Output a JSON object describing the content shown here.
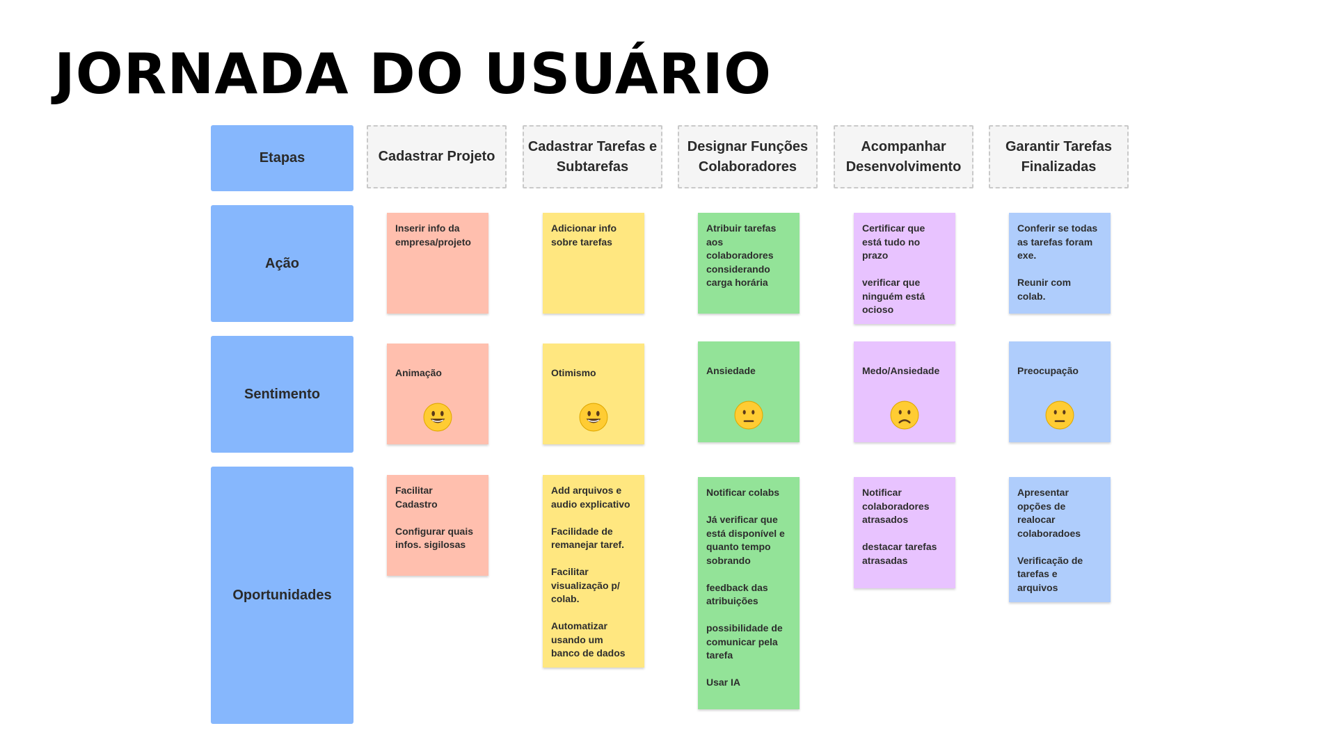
{
  "title": "JORNADA DO USUÁRIO",
  "rows": {
    "etapas": "Etapas",
    "acao": "Ação",
    "sentimento": "Sentimento",
    "oportunidades": "Oportunidades"
  },
  "stages": [
    "Cadastrar Projeto",
    "Cadastrar Tarefas e\nSubtarefas",
    "Designar Funções\nColaboradores",
    "Acompanhar\nDesenvolvimento",
    "Garantir Tarefas\nFinalizadas"
  ],
  "acao": [
    {
      "text": "Inserir info da\nempresa/projeto",
      "color": "#ffbfae"
    },
    {
      "text": "Adicionar info\nsobre tarefas",
      "color": "#ffe780"
    },
    {
      "text": "Atribuir tarefas\naos\ncolaboradores\nconsiderando\ncarga horária",
      "color": "#93e398"
    },
    {
      "text": "Certificar que\nestá tudo no\nprazo\n\nverificar que\nninguém está\nocioso",
      "color": "#e8c3ff"
    },
    {
      "text": "Conferir se todas\nas tarefas foram\nexe.\n\nReunir com\ncolab.",
      "color": "#afcdfc"
    }
  ],
  "sentimento": [
    {
      "text": "Animação",
      "emoji": "grinning-face-icon",
      "color": "#ffbfae"
    },
    {
      "text": "Otimismo",
      "emoji": "grinning-face-icon",
      "color": "#ffe780"
    },
    {
      "text": "Ansiedade",
      "emoji": "neutral-face-icon",
      "color": "#93e398"
    },
    {
      "text": "Medo/Ansiedade",
      "emoji": "frowning-face-icon",
      "color": "#e8c3ff"
    },
    {
      "text": "Preocupação",
      "emoji": "neutral-face-icon",
      "color": "#afcdfc"
    }
  ],
  "oportunidades": [
    {
      "text": "Facilitar\nCadastro\n\nConfigurar quais\ninfos. sigilosas",
      "color": "#ffbfae"
    },
    {
      "text": "Add arquivos e\naudio explicativo\n\nFacilidade de\nremanejar taref.\n\nFacilitar\nvisualização p/\ncolab.\n\nAutomatizar\nusando um\nbanco de dados",
      "color": "#ffe780"
    },
    {
      "text": "Notificar colabs\n\nJá verificar que\nestá disponível e\nquanto tempo\nsobrando\n\nfeedback das\natribuições\n\npossibilidade de\ncomunicar pela\ntarefa\n\nUsar IA",
      "color": "#93e398"
    },
    {
      "text": "Notificar\ncolaboradores\natrasados\n\ndestacar tarefas\natrasadas",
      "color": "#e8c3ff"
    },
    {
      "text": "Apresentar\nopções de\nrealocar\ncolaboradoes\n\nVerificação de\ntarefas e\narquivos",
      "color": "#afcdfc"
    }
  ]
}
